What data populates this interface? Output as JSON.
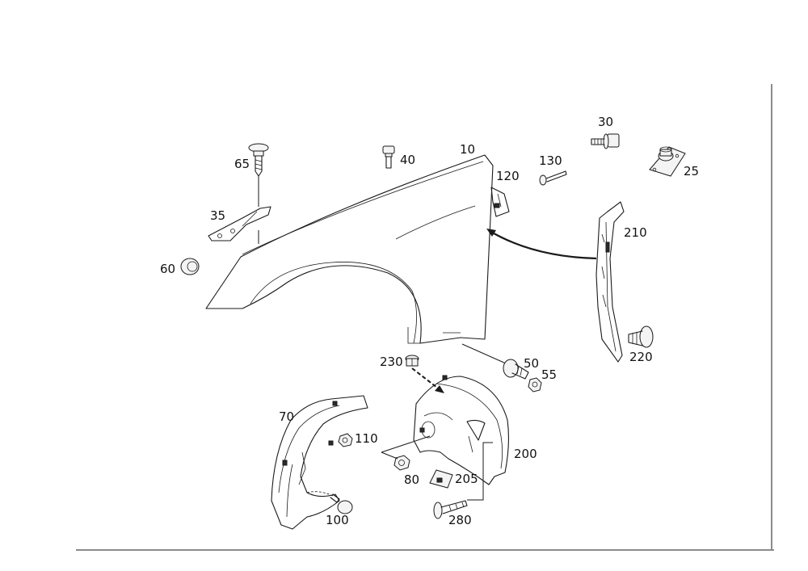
{
  "colors": {
    "line": "#1a1a1a",
    "background": "#ffffff",
    "text": "#111111"
  },
  "callouts": {
    "c10": "10",
    "c25": "25",
    "c30": "30",
    "c35": "35",
    "c40": "40",
    "c50": "50",
    "c55": "55",
    "c60": "60",
    "c65": "65",
    "c70": "70",
    "c80": "80",
    "c100": "100",
    "c110": "110",
    "c120": "120",
    "c130": "130",
    "c200": "200",
    "c205": "205",
    "c210": "210",
    "c220": "220",
    "c230": "230",
    "c280": "280"
  }
}
